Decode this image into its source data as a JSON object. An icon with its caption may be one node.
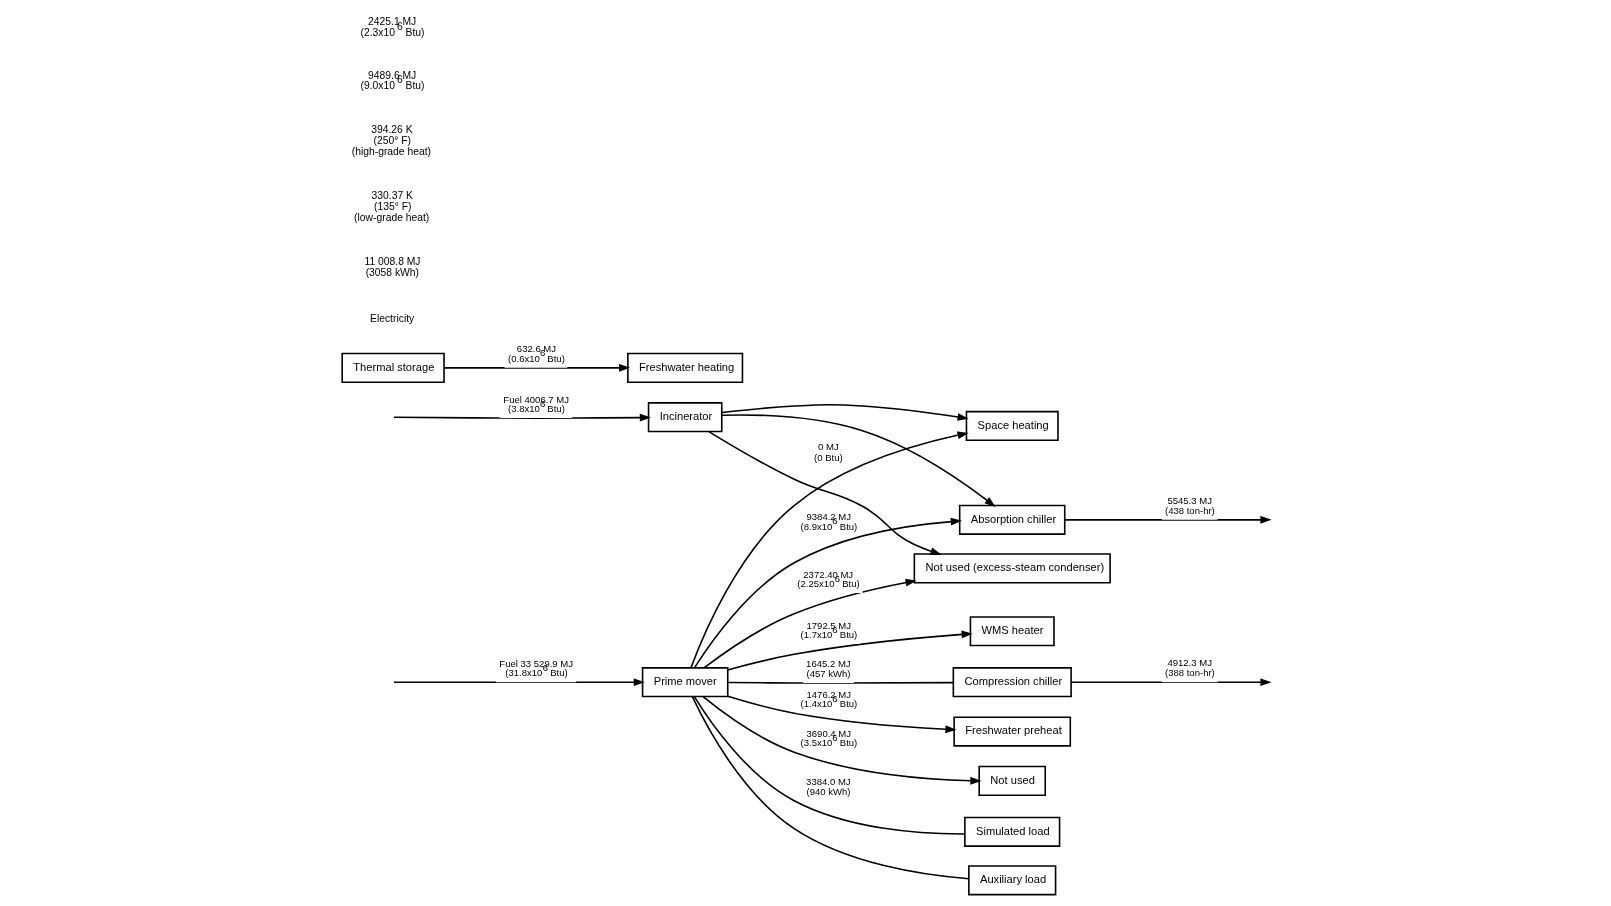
{
  "diagram": {
    "nodes": [
      {
        "text": [
          "Prime mover"
        ]
      },
      {
        "text": [
          "Incinerator"
        ]
      },
      {
        "text": [
          "Thermal storage"
        ]
      },
      {
        "text": [
          "Freshwater heating"
        ]
      },
      {
        "text": [
          "WMS heater"
        ]
      },
      {
        "text": [
          "Freshwater preheat"
        ]
      },
      {
        "text": [
          "Not used"
        ]
      },
      {
        "text": [
          "Space heating"
        ]
      },
      {
        "text": [
          "Absorption chiller"
        ]
      },
      {
        "text": [
          "Not used (excess-steam condenser)"
        ]
      },
      {
        "text": [
          "Compression chiller"
        ]
      },
      {
        "text": [
          "Simulated load"
        ]
      },
      {
        "text": [
          "Auxiliary load"
        ]
      }
    ],
    "edges": [
      {
        "from": null,
        "to": 0,
        "arrow": "to",
        "label": "Fuel 33 529.9 MJ (31.8x10$^{6}$ Btu)"
      },
      {
        "from": null,
        "to": 1,
        "arrow": "to",
        "label": "Fuel 4006.7 MJ (3.8x10$^{6}$ Btu)"
      },
      {
        "from": 0,
        "to": 10,
        "arrow": "none",
        "label": "1645.2 MJ (457 kWh)"
      },
      {
        "from": 0,
        "to": 11,
        "arrow": "none",
        "label": "3384.0 MJ (940 kWh)"
      },
      {
        "from": 0,
        "to": 12,
        "arrow": "none"
      },
      {
        "from": 0,
        "to": 4,
        "arrow": "to",
        "label": "1792.5 MJ (1.7x10$^{6}$ Btu)"
      },
      {
        "from": 0,
        "to": 5,
        "arrow": "to",
        "label": "1476.2 MJ (1.4x10$^{6}$ Btu)"
      },
      {
        "from": 0,
        "to": 6,
        "arrow": "to",
        "label": "3690.4 MJ (3.5x10$^{6}$ Btu)"
      },
      {
        "from": 0,
        "to": 7,
        "arrow": "to",
        "label": "0 MJ (0 Btu)"
      },
      {
        "from": 0,
        "to": 8,
        "arrow": "to",
        "label": "9384.2 MJ (8.9x10$^{6}$ Btu)"
      },
      {
        "from": 0,
        "to": 9,
        "arrow": "to",
        "label": "2372.40 MJ (2.25x10$^{6}$ Btu)"
      },
      {
        "from": 1,
        "to": 7,
        "arrow": "to"
      },
      {
        "from": 1,
        "to": 8,
        "arrow": "to"
      },
      {
        "from": 1,
        "to": 9,
        "arrow": "to"
      },
      {
        "from": 2,
        "to": 3,
        "arrow": "to",
        "label": "632.6 MJ (0.6x10$^{6}$ Btu)"
      },
      {
        "from": 10,
        "to": null,
        "arrow": "to",
        "label": "4912.3 MJ (388 ton-hr)"
      },
      {
        "from": 8,
        "to": null,
        "arrow": "to",
        "label": "5545.3 MJ (438 ton-hr)"
      }
    ],
    "labels": [
      "Electricity",
      "11 008.8 MJ (3058 kWh)",
      "330.37 K (135° F) (low-grade heat)",
      "394.26 K (250° F) (high-grade heat)",
      "9489.6 MJ (9.0x10$^{6}$ Btu)",
      "2425.1 MJ (2.3x10$^{6}$ Btu)"
    ]
  }
}
